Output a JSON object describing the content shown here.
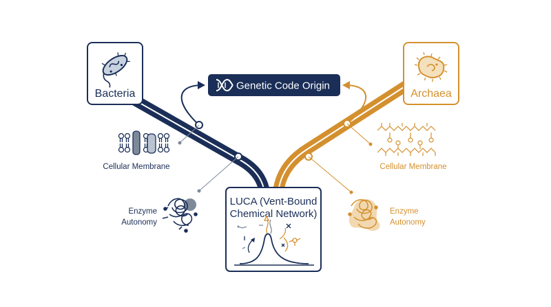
{
  "colors": {
    "bacteria": "#1a2e57",
    "archaea": "#d4902e",
    "muted": "#7d8a9a",
    "background": "#ffffff"
  },
  "header": {
    "title": "Genetic Code Origin",
    "icon": "dna-icon"
  },
  "bacteria": {
    "label": "Bacteria",
    "icon": "bacterium-icon",
    "membrane_label": "Cellular Membrane",
    "membrane_icon": "lipid-bilayer-icon",
    "enzyme_label_line1": "Enzyme",
    "enzyme_label_line2": "Autonomy",
    "enzyme_icon": "protein-fold-icon"
  },
  "archaea": {
    "label": "Archaea",
    "icon": "archaeon-icon",
    "membrane_label": "Cellular Membrane",
    "membrane_icon": "isoprenoid-lipid-icon",
    "enzyme_label_line1": "Enzyme",
    "enzyme_label_line2": "Autonomy",
    "enzyme_icon": "protein-fold-icon"
  },
  "luca": {
    "title_line1": "LUCA (Vent-Bound",
    "title_line2": "Chemical Network)",
    "icon": "hydrothermal-vent-icon"
  }
}
